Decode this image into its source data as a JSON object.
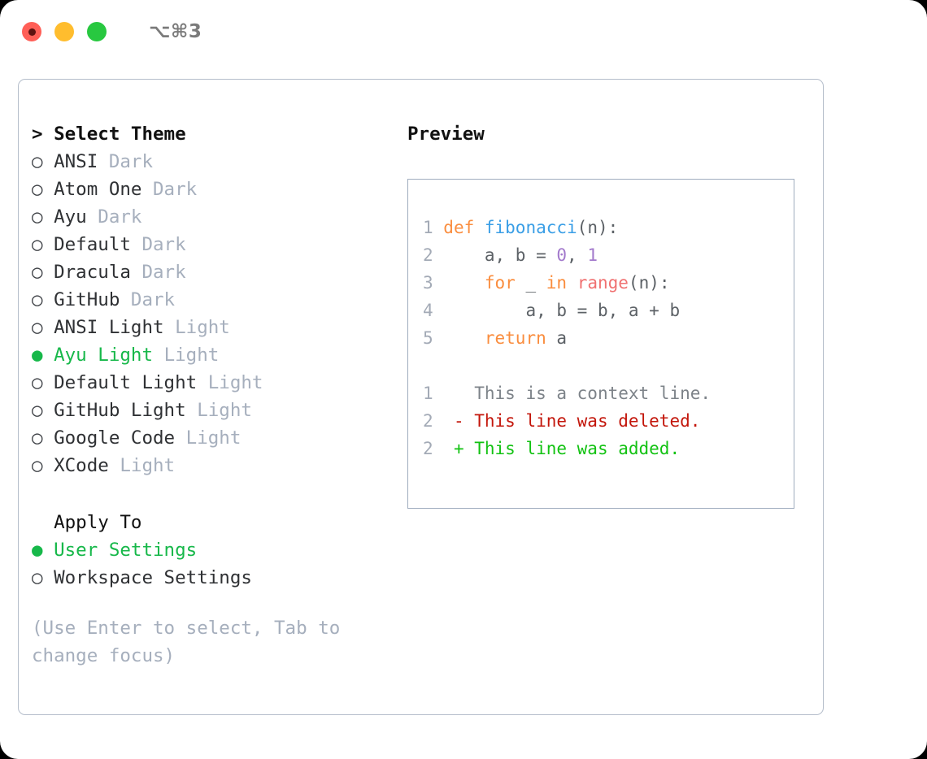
{
  "titlebar": {
    "shortcut": "⌥⌘3",
    "buttons": [
      {
        "name": "close",
        "color": "#ff5f57"
      },
      {
        "name": "minimize",
        "color": "#ffbd2e"
      },
      {
        "name": "maximize",
        "color": "#28c840"
      }
    ]
  },
  "theme_picker": {
    "heading": "> Select Theme",
    "options": [
      {
        "marker": "○",
        "label": "ANSI",
        "badge": "Dark",
        "selected": false
      },
      {
        "marker": "○",
        "label": "Atom One",
        "badge": "Dark",
        "selected": false
      },
      {
        "marker": "○",
        "label": "Ayu",
        "badge": "Dark",
        "selected": false
      },
      {
        "marker": "○",
        "label": "Default",
        "badge": "Dark",
        "selected": false
      },
      {
        "marker": "○",
        "label": "Dracula",
        "badge": "Dark",
        "selected": false
      },
      {
        "marker": "○",
        "label": "GitHub",
        "badge": "Dark",
        "selected": false
      },
      {
        "marker": "○",
        "label": "ANSI Light",
        "badge": "Light",
        "selected": false
      },
      {
        "marker": "●",
        "label": "Ayu Light",
        "badge": "Light",
        "selected": true
      },
      {
        "marker": "○",
        "label": "Default Light",
        "badge": "Light",
        "selected": false
      },
      {
        "marker": "○",
        "label": "GitHub Light",
        "badge": "Light",
        "selected": false
      },
      {
        "marker": "○",
        "label": "Google Code",
        "badge": "Light",
        "selected": false
      },
      {
        "marker": "○",
        "label": "XCode",
        "badge": "Light",
        "selected": false
      }
    ]
  },
  "apply_to": {
    "heading": "Apply To",
    "options": [
      {
        "marker": "●",
        "label": "User Settings",
        "selected": true
      },
      {
        "marker": "○",
        "label": "Workspace Settings",
        "selected": false
      }
    ]
  },
  "hint": "(Use Enter to select, Tab to change focus)",
  "preview": {
    "title": "Preview",
    "code_lines": [
      {
        "n": "1",
        "tokens": [
          {
            "t": "def ",
            "c": "kw"
          },
          {
            "t": "fibonacci",
            "c": "fn"
          },
          {
            "t": "(n):",
            "c": "punc"
          }
        ]
      },
      {
        "n": "2",
        "tokens": [
          {
            "t": "    a, b = ",
            "c": "punc"
          },
          {
            "t": "0",
            "c": "num"
          },
          {
            "t": ", ",
            "c": "punc"
          },
          {
            "t": "1",
            "c": "num"
          }
        ]
      },
      {
        "n": "3",
        "tokens": [
          {
            "t": "    ",
            "c": "punc"
          },
          {
            "t": "for",
            "c": "kw"
          },
          {
            "t": " _ ",
            "c": "punc"
          },
          {
            "t": "in",
            "c": "kw"
          },
          {
            "t": " ",
            "c": "punc"
          },
          {
            "t": "range",
            "c": "bi"
          },
          {
            "t": "(n):",
            "c": "punc"
          }
        ]
      },
      {
        "n": "4",
        "tokens": [
          {
            "t": "        a, b = b, a + b",
            "c": "punc"
          }
        ]
      },
      {
        "n": "5",
        "tokens": [
          {
            "t": "    ",
            "c": "punc"
          },
          {
            "t": "return",
            "c": "kw"
          },
          {
            "t": " a",
            "c": "punc"
          }
        ]
      }
    ],
    "diff_lines": [
      {
        "n": "1",
        "sign": " ",
        "text": " This is a context line.",
        "kind": "d-ctx"
      },
      {
        "n": "2",
        "sign": "-",
        "text": " This line was deleted.",
        "kind": "d-del"
      },
      {
        "n": "2",
        "sign": "+",
        "text": " This line was added.",
        "kind": "d-add"
      }
    ]
  },
  "colors": {
    "accent_green": "#17b84a",
    "badge_grey": "#a6afbd",
    "keyword_orange": "#fa8d3e",
    "function_blue": "#399ee6",
    "number_purple": "#a37acc",
    "builtin_red": "#f07171",
    "diff_add": "#12c212",
    "diff_del": "#c3160b",
    "panel_border": "#b4bdca"
  }
}
